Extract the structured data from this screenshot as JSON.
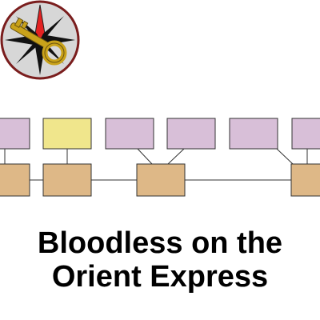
{
  "title": {
    "line1": "Bloodless on the",
    "line2": "Orient Express"
  },
  "logo": {
    "icon": "compass-rose-key-logo"
  },
  "colors": {
    "top_box_fill": "#d8bfd8",
    "top_box_highlight_fill": "#f0e68c",
    "bottom_box_fill": "#deb887",
    "box_stroke": "#333333",
    "logo_red": "#e32222",
    "logo_gold": "#c9a21a"
  }
}
